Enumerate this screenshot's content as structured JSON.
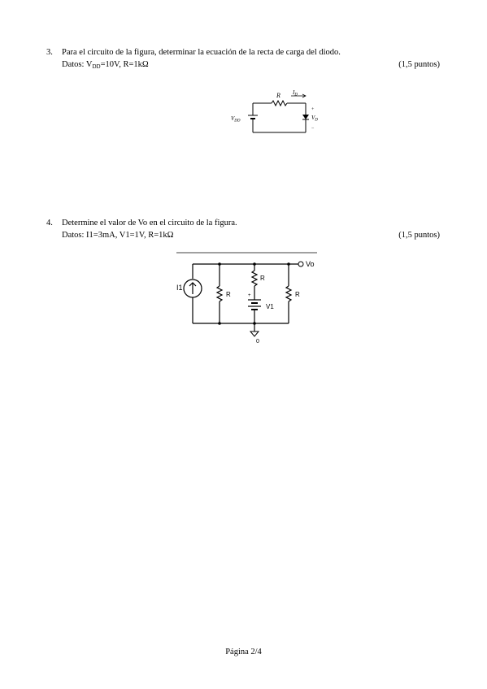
{
  "problem3": {
    "number": "3.",
    "statement": "Para el circuito de la figura, determinar la ecuación de la recta de carga del diodo.",
    "data_prefix": "Datos: V",
    "data_sub": "DD",
    "data_suffix": "=10V, R=1kΩ",
    "points": "(1,5 puntos)",
    "figure": {
      "resistor_label": "R",
      "current_label_main": "I",
      "current_label_sub": "D",
      "source_label_main": "V",
      "source_label_sub": "DD",
      "diode_voltage_main": "V",
      "diode_voltage_sub": "D",
      "plus": "+",
      "minus": "−"
    }
  },
  "problem4": {
    "number": "4.",
    "statement": "Determine el valor de Vo en el circuito de la figura.",
    "data": "Datos: I1=3mA, V1=1V, R=1kΩ",
    "points": "(1,5 puntos)",
    "figure": {
      "source_label": "I1",
      "r_left": "R",
      "r_mid": "R",
      "r_right": "R",
      "battery_label": "V1",
      "battery_plus": "+",
      "output_label": "Vo",
      "ground_label": "0"
    }
  },
  "footer": {
    "page": "Página 2/4"
  }
}
